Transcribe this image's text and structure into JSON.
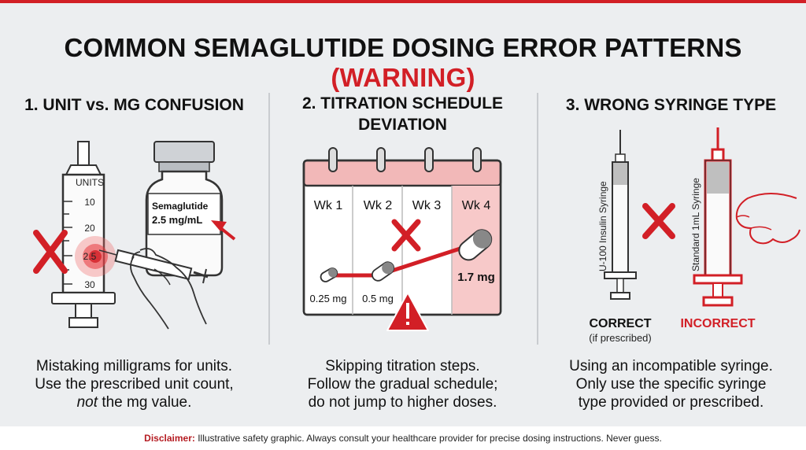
{
  "title": {
    "main": "COMMON SEMAGLUTIDE DOSING ERROR PATTERNS",
    "accent": "(WARNING)"
  },
  "panel1": {
    "heading": "1. UNIT vs. MG CONFUSION",
    "syringe_scale_title": "UNITS",
    "scale": [
      "10",
      "20",
      "2.5",
      "30"
    ],
    "vial_name": "Semaglutide",
    "vial_conc": "2.5 mg/mL",
    "body": [
      "Mistaking milligrams for units.",
      "Use the prescribed unit count,",
      "the mg value."
    ],
    "body_emph": "not"
  },
  "panel2": {
    "heading_1": "2. TITRATION SCHEDULE",
    "heading_2": "DEVIATION",
    "weeks": [
      "Wk 1",
      "Wk 2",
      "Wk 3",
      "Wk 4"
    ],
    "doses": [
      "0.25 mg",
      "0.5 mg",
      "1.7 mg"
    ],
    "body": [
      "Skipping titration steps.",
      "Follow the gradual schedule;",
      "do not jump to higher doses."
    ]
  },
  "panel3": {
    "heading": "3. WRONG SYRINGE TYPE",
    "syringe_left_label": "U-100 Insulin Syringe",
    "syringe_right_label": "Standard 1mL Syringe",
    "correct": "CORRECT",
    "correct_note": "(if prescribed)",
    "incorrect": "INCORRECT",
    "body": [
      "Using an incompatible syringe.",
      "Only use the specific syringe",
      "type provided or prescribed."
    ]
  },
  "disclaimer": {
    "label": "Disclaimer:",
    "text": " Illustrative safety graphic. Always consult your healthcare provider for precise dosing instructions. Never guess."
  },
  "colors": {
    "accent": "#d21f26",
    "background": "#eceef0"
  }
}
